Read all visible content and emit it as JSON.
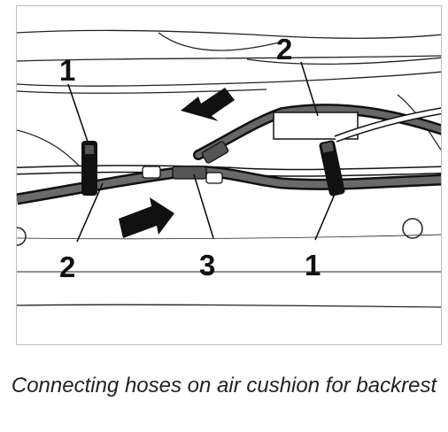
{
  "figure": {
    "callouts": {
      "retainer_left": "1",
      "retainer_right": "1",
      "hose_left": "2",
      "hose_top": "2",
      "connector": "3"
    },
    "caption": "Connecting hoses on air cushion for backrest"
  }
}
